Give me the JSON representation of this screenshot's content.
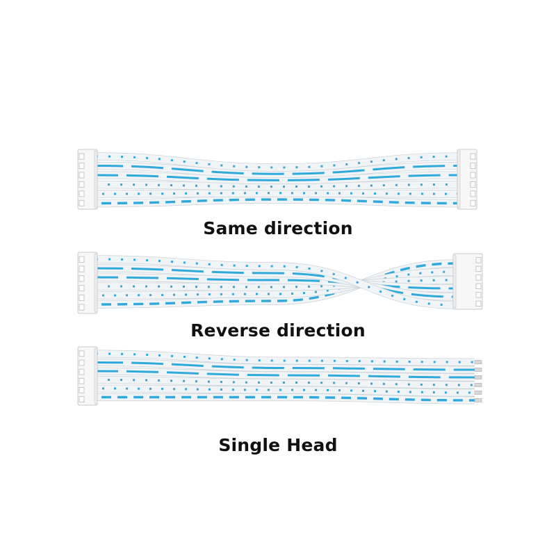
{
  "captions": {
    "same_direction": "Same direction",
    "reverse_direction": "Reverse direction",
    "single_head": "Single Head"
  },
  "colors": {
    "wire_white": "#f1f4f6",
    "wire_edge": "#c9d2d8",
    "stripe_blue": "#2fa9dc",
    "connector_white": "#f7f7f7",
    "connector_edge": "#c8c8c8",
    "caption_text": "#111111"
  }
}
